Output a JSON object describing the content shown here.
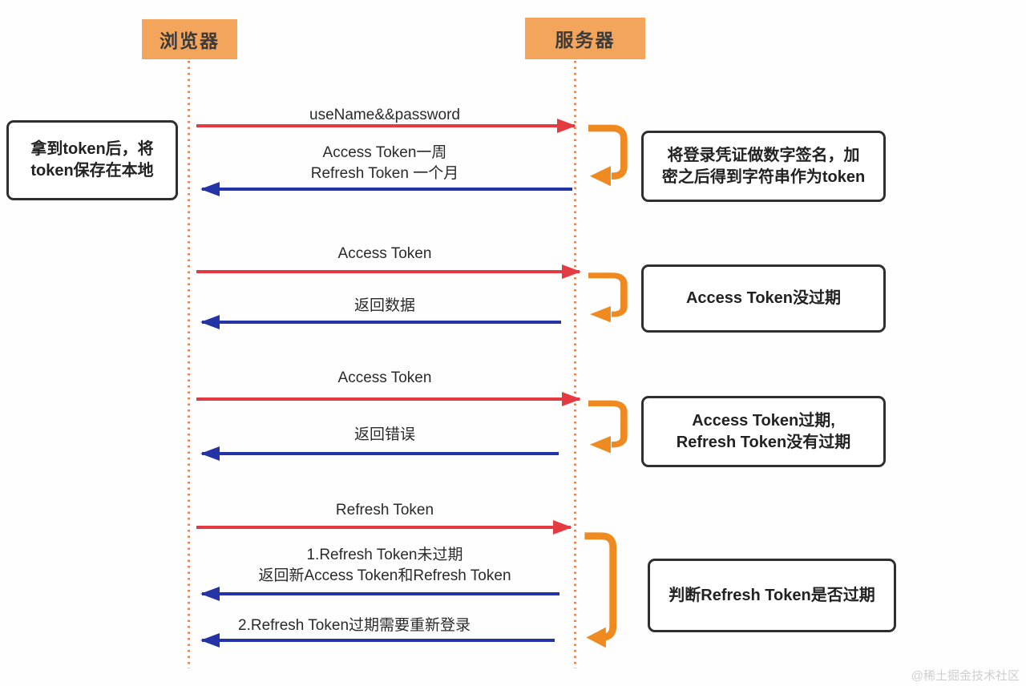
{
  "diagram_title": "token refresh sequence diagram",
  "colors": {
    "actor_fill": "#F3A55C",
    "bracket_orange": "#EF8A21",
    "request_arrow_red": "#E33B41",
    "response_arrow_blue": "#2433A6",
    "note_border": "#2f2f2f",
    "lifeline_dots": "#dd8a5e",
    "watermark_gray": "#cfcfcf"
  },
  "actors": [
    {
      "label": "浏览器"
    },
    {
      "label": "服务器"
    }
  ],
  "browser_note": {
    "text": "拿到token后，将\ntoken保存在本地"
  },
  "messages": [
    {
      "label": "useName&&password",
      "direction": "right",
      "color": "red"
    },
    {
      "label": "Access Token一周\nRefresh Token 一个月",
      "direction": "left",
      "color": "blue"
    },
    {
      "label": "Access Token",
      "direction": "right",
      "color": "red"
    },
    {
      "label": "返回数据",
      "direction": "left",
      "color": "blue"
    },
    {
      "label": "Access Token",
      "direction": "right",
      "color": "red"
    },
    {
      "label": "返回错误",
      "direction": "left",
      "color": "blue"
    },
    {
      "label": "Refresh Token",
      "direction": "right",
      "color": "red"
    },
    {
      "label": "1.Refresh Token未过期\n返回新Access Token和Refresh Token",
      "direction": "left",
      "color": "blue"
    },
    {
      "label": "2.Refresh Token过期需要重新登录",
      "direction": "left",
      "color": "blue"
    }
  ],
  "server_notes": [
    {
      "text": "将登录凭证做数字签名，加\n密之后得到字符串作为token"
    },
    {
      "text": "Access Token没过期"
    },
    {
      "text": "Access Token过期,\nRefresh Token没有过期"
    },
    {
      "text": "判断Refresh Token是否过期"
    }
  ],
  "watermark": "@稀土掘金技术社区"
}
